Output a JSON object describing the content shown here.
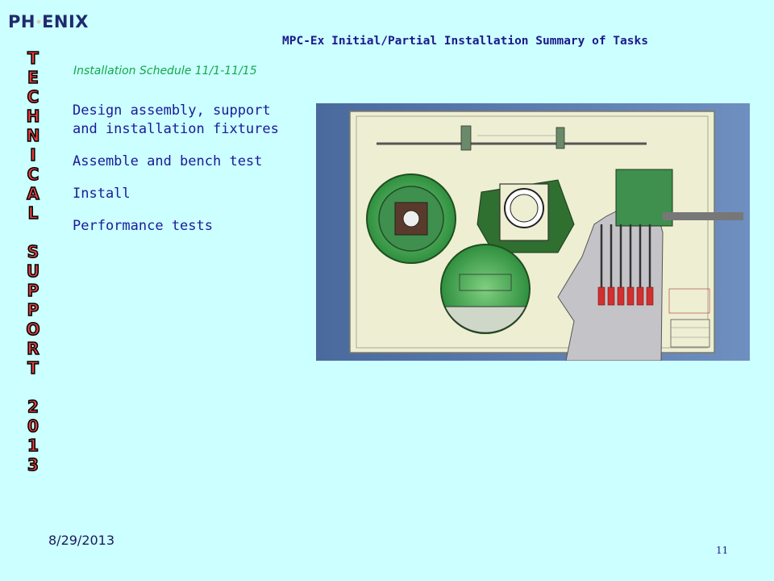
{
  "logo": {
    "left": "PH",
    "right": "ENIX",
    "icon": "phenix-spark-icon"
  },
  "title": "MPC-Ex Initial/Partial Installation Summary of Tasks",
  "schedule": "Installation Schedule 11/1-11/15",
  "tasks": [
    "Design assembly, support and installation fixtures",
    "Assemble and bench test",
    "Install",
    "Performance tests"
  ],
  "sidebar": {
    "word1": [
      "T",
      "E",
      "C",
      "H",
      "N",
      "I",
      "C",
      "A",
      "L"
    ],
    "word2": [
      "S",
      "U",
      "P",
      "P",
      "O",
      "R",
      "T"
    ],
    "word3": [
      "2",
      "0",
      "1",
      "3"
    ]
  },
  "drawing": {
    "name": "engineering-drawing-image"
  },
  "date": "8/29/2013",
  "page": "11"
}
